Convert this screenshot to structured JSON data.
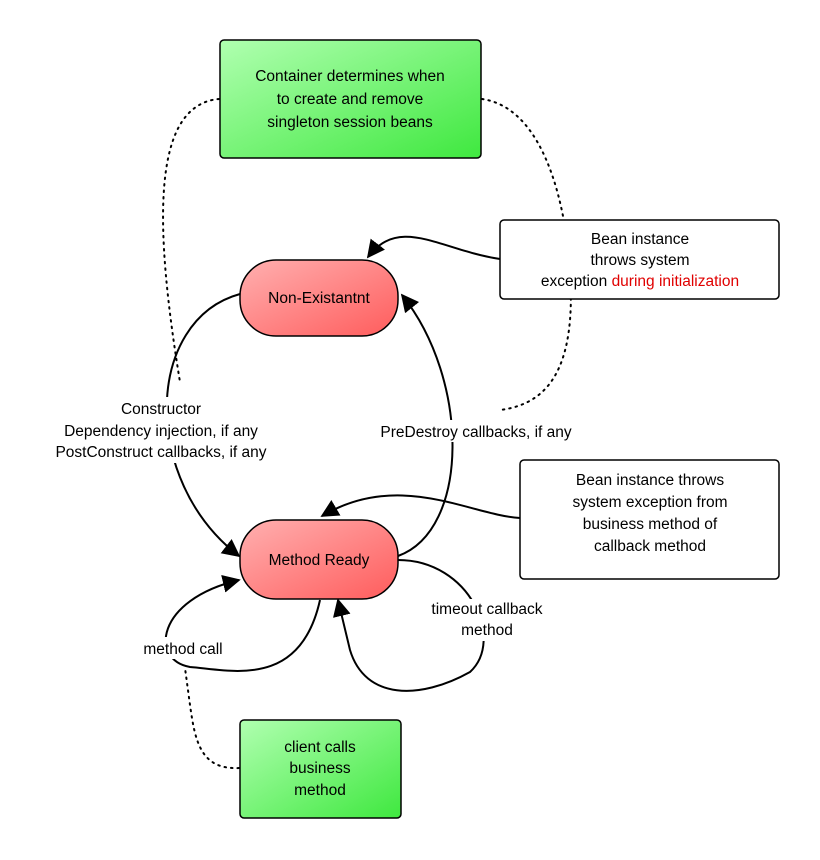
{
  "notes": {
    "container": [
      "Container determines when",
      "to create and remove",
      "singleton session beans"
    ],
    "client": [
      "client calls",
      "business",
      "method"
    ],
    "init_exception": {
      "line1": "Bean instance",
      "line2": "throws system",
      "line3_plain": "exception ",
      "line3_highlight": "during initialization"
    },
    "business_exception": [
      "Bean instance throws",
      "system exception from",
      "business method of",
      "callback method"
    ]
  },
  "states": {
    "non_existent": "Non-Existantnt",
    "method_ready": "Method Ready"
  },
  "transitions": {
    "create": [
      "Constructor",
      "Dependency injection, if any",
      "PostConstruct callbacks, if any"
    ],
    "destroy": "PreDestroy callbacks, if any",
    "method_call": "method call",
    "timeout": [
      "timeout callback",
      "method"
    ]
  },
  "colors": {
    "note_green_light": "#aaffaa",
    "note_green_dark": "#44ee44",
    "state_red_light": "#ffaaaa",
    "state_red_dark": "#ff6666",
    "highlight_text": "#e00000"
  }
}
